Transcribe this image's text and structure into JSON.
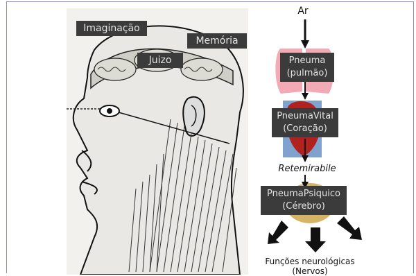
{
  "left_figure": {
    "labels": {
      "imagination": "Imaginação",
      "judgment": "Juizo",
      "memory": "Memória"
    }
  },
  "flow_diagram": {
    "input": "Ar",
    "lung": {
      "line1": "Pneuma",
      "line2": "(pulmão)"
    },
    "heart": {
      "line1": "PneumaVital",
      "line2": "(Coração)"
    },
    "network": "Retemirabile",
    "brain": {
      "line1": "PneumaPsiquico",
      "line2": "(Cérebro)"
    },
    "output": {
      "line1": "Funções neurológicas",
      "line2": "(Nervos)"
    }
  }
}
